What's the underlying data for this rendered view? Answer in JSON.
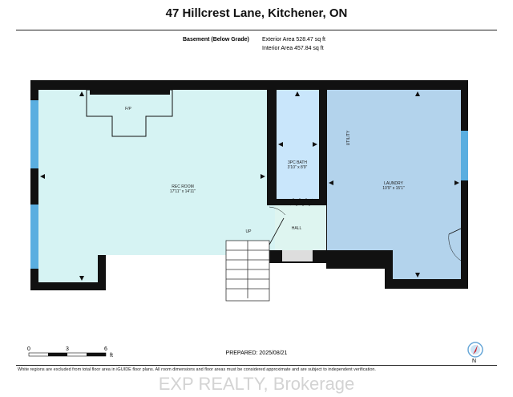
{
  "title": "47 Hillcrest Lane, Kitchener, ON",
  "level": "Basement (Below Grade)",
  "exterior_area": "Exterior Area 528.47 sq ft",
  "interior_area": "Interior Area 457.84 sq ft",
  "rooms": {
    "rec": {
      "name": "REC ROOM",
      "dims": "17'11\" x 14'11\""
    },
    "bath": {
      "name": "3PC BATH",
      "dims": "3'10\" x 8'9\""
    },
    "laundry": {
      "name": "LAUNDRY",
      "dims": "10'9\" x 15'1\""
    },
    "hall": {
      "name": "HALL"
    },
    "utility": "UTILITY",
    "fp": "F/P",
    "up": "UP"
  },
  "scale": {
    "ticks": [
      "0",
      "3",
      "6"
    ],
    "unit": "ft"
  },
  "prepared": "PREPARED: 2025/08/21",
  "compass": "N",
  "disclaimer": "White regions are excluded from total floor area in iGUIDE floor plans. All room dimensions and floor areas must be considered approximate and are subject to independent verification.",
  "watermark": "EXP REALTY, Brokerage",
  "colors": {
    "rec": "#d6f3f3",
    "bath": "#c9e6fb",
    "laundry": "#b3d3ec",
    "hall": "#def5f0",
    "window": "#5aaee0",
    "wall": "#111111"
  }
}
